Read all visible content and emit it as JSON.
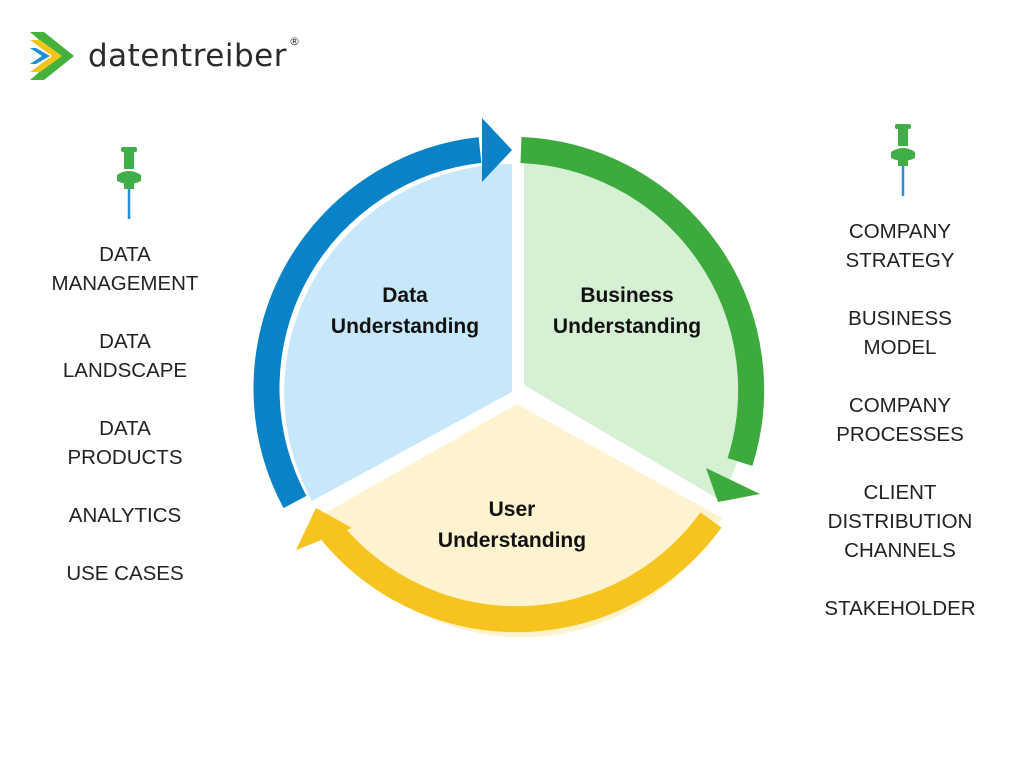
{
  "brand": {
    "name": "datentreiber",
    "registered": "®"
  },
  "left_list": [
    "DATA\nMANAGEMENT",
    "DATA\nLANDSCAPE",
    "DATA\nPRODUCTS",
    "ANALYTICS",
    "USE CASES"
  ],
  "right_list": [
    "COMPANY\nSTRATEGY",
    "BUSINESS\nMODEL",
    "COMPANY\nPROCESSES",
    "CLIENT\nDISTRIBUTION\nCHANNELS",
    "STAKEHOLDER"
  ],
  "segments": {
    "data": "Data\nUnderstanding",
    "business": "Business\nUnderstanding",
    "user": "User\nUnderstanding"
  },
  "colors": {
    "data_fill": "#c7e8fb",
    "data_arrow": "#0a82c8",
    "business_fill": "#d5f0d3",
    "business_arrow": "#3caa3c",
    "user_fill": "#fdf3cf",
    "user_arrow": "#f7c31f",
    "logo_green": "#43b13c",
    "logo_yellow": "#f3c41a",
    "logo_blue": "#1d8fd2",
    "pin_green": "#3fae49",
    "pin_needle": "#2a8fd0"
  },
  "icons": {
    "pin": "push-pin-icon",
    "logo": "chevron-logo-icon"
  }
}
